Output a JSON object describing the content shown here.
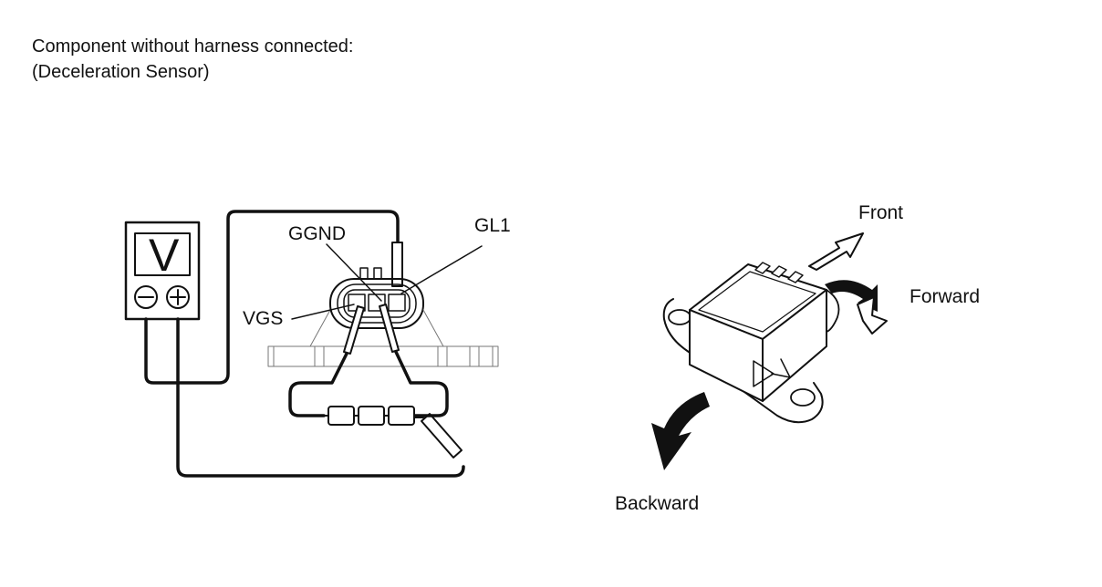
{
  "header": {
    "line1": "Component without harness connected:",
    "line2": "(Deceleration Sensor)"
  },
  "meter": {
    "symbol": "V",
    "icons": [
      "minus-terminal-icon",
      "plus-terminal-icon"
    ]
  },
  "labels": {
    "ggnd": "GGND",
    "gl1": "GL1",
    "vgs": "VGS",
    "front": "Front",
    "forward": "Forward",
    "backward": "Backward"
  }
}
